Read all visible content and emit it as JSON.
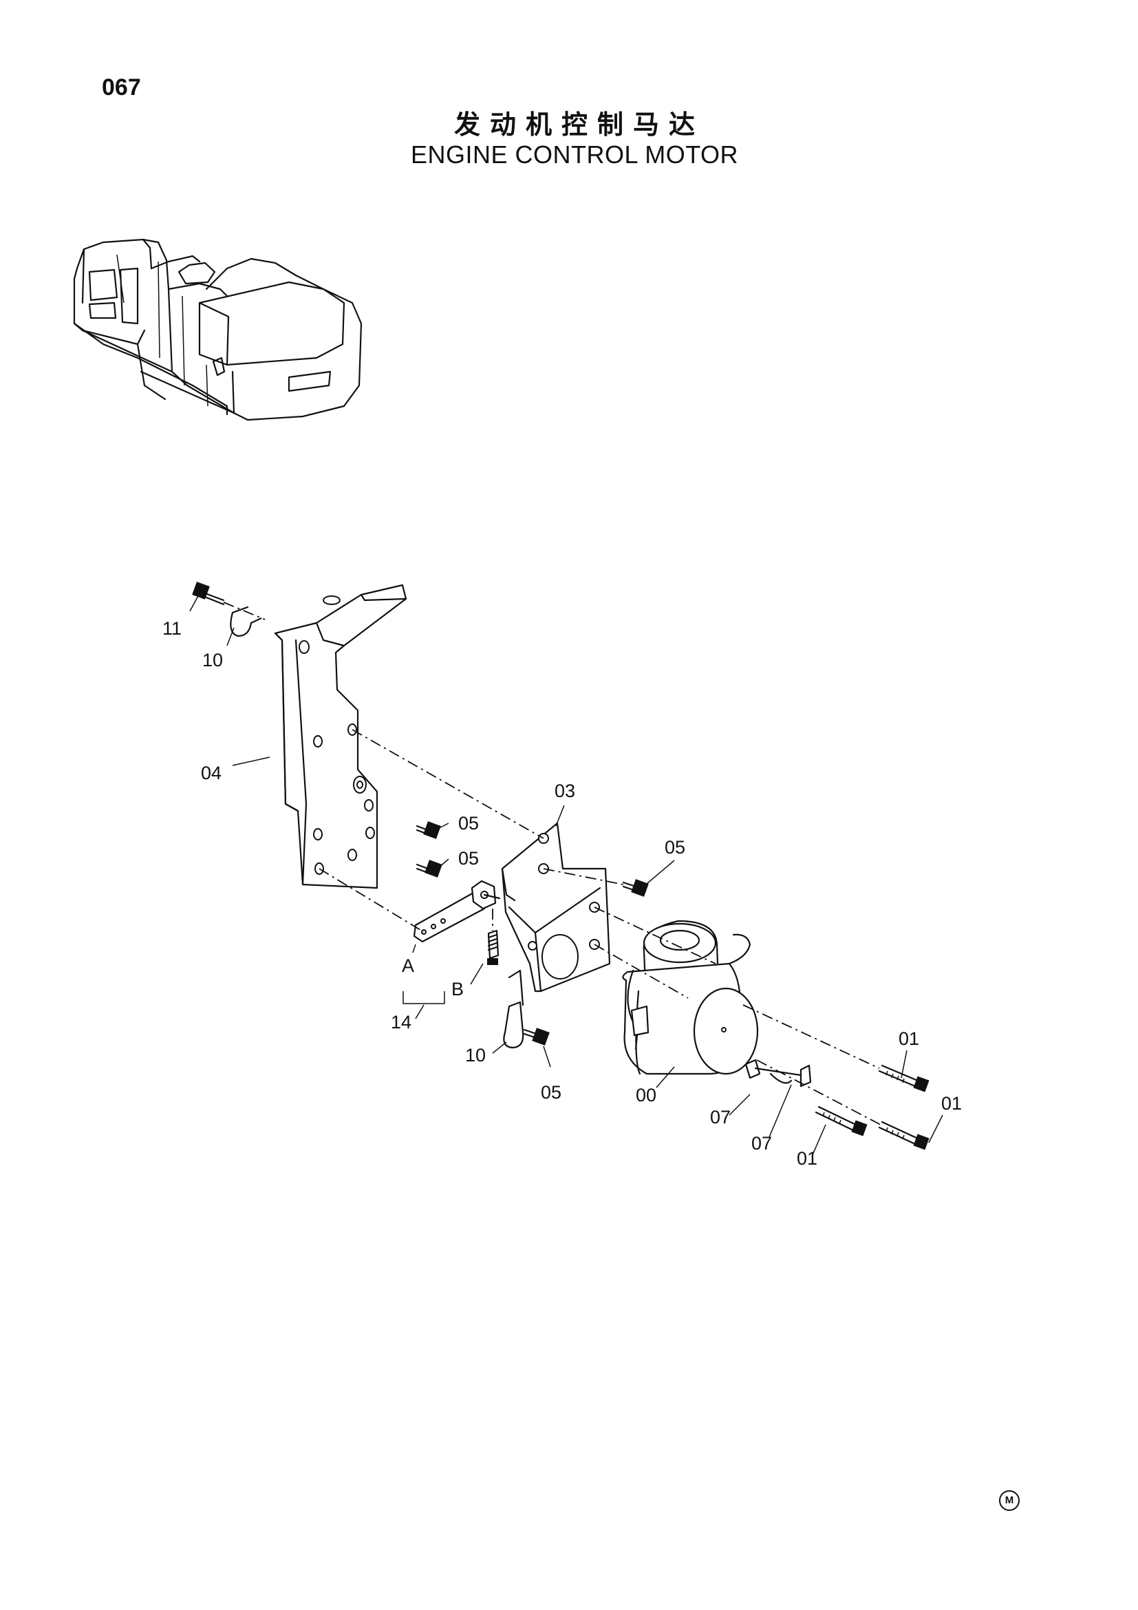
{
  "page": {
    "number": "067",
    "title_cn": "发动机控制马达",
    "title_en": "ENGINE CONTROL MOTOR",
    "corner_mark": "M"
  },
  "callouts": {
    "c11": "11",
    "c10a": "10",
    "c04": "04",
    "c03": "03",
    "c05a": "05",
    "c05b": "05",
    "c05c": "05",
    "c05d": "05",
    "cA": "A",
    "cB": "B",
    "c14": "14",
    "c10b": "10",
    "c00": "00",
    "c07a": "07",
    "c07b": "07",
    "c01a": "01",
    "c01b": "01",
    "c01c": "01"
  }
}
